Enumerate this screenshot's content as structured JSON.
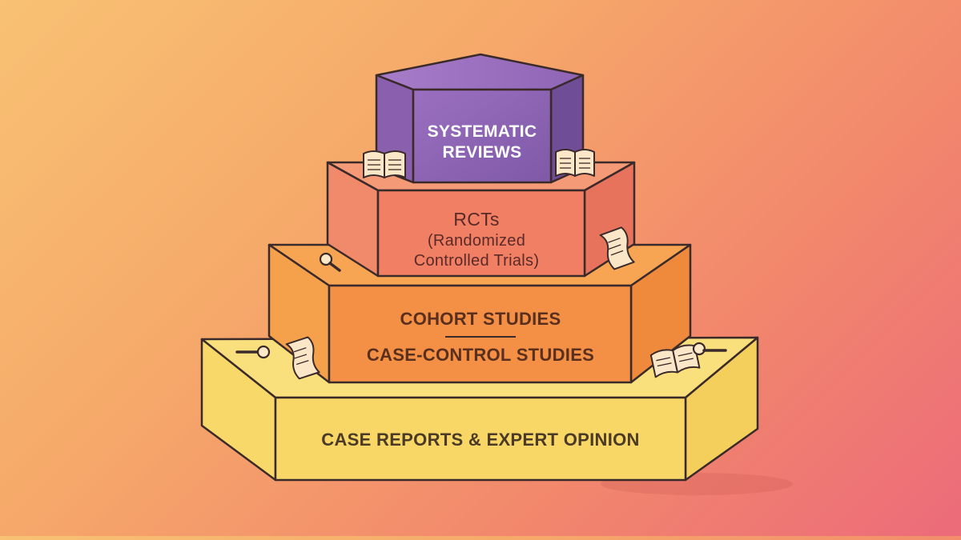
{
  "diagram": {
    "tiers": [
      {
        "level": 1,
        "lines": [
          "SYSTEMATIC",
          "REVIEWS"
        ],
        "color": "#8c63b1"
      },
      {
        "level": 2,
        "lines": [
          "RCTs",
          "(Randomized",
          "Controlled Trials)"
        ],
        "color": "#f07f63"
      },
      {
        "level": 3,
        "lines": [
          "COHORT STUDIES",
          "CASE-CONTROL STUDIES"
        ],
        "color": "#f39046"
      },
      {
        "level": 4,
        "lines": [
          "CASE REPORTS & EXPERT OPINION"
        ],
        "color": "#f7d566"
      }
    ],
    "decorations": [
      "open-book-icon",
      "scroll-icon",
      "magnifying-glass-icon"
    ]
  }
}
